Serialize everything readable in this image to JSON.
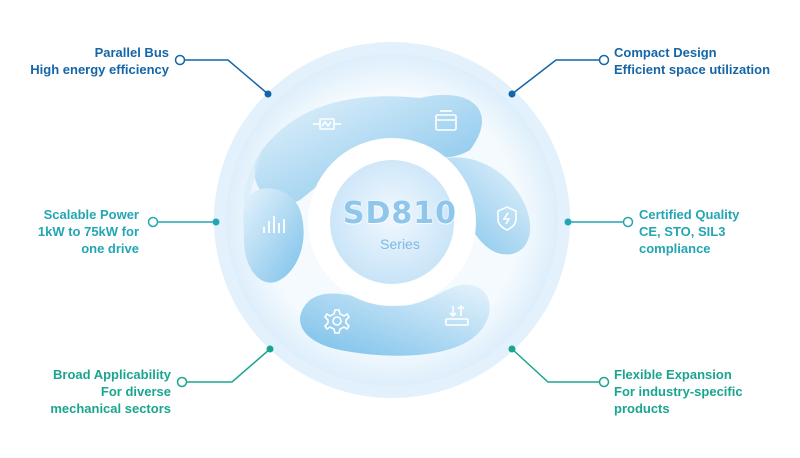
{
  "center": {
    "title": "SD810",
    "subtitle": "Series"
  },
  "features": [
    {
      "id": "parallel-bus",
      "title": "Parallel Bus",
      "subtitle": "High energy efficiency",
      "side": "left",
      "color": "#1466a8"
    },
    {
      "id": "scalable-power",
      "title": "Scalable Power",
      "subtitle": "1kW to 75kW for one drive",
      "side": "left",
      "color": "#23a6b3"
    },
    {
      "id": "broad-applicability",
      "title": "Broad Applicability",
      "subtitle": "For diverse mechanical sectors",
      "side": "left",
      "color": "#1ba58f"
    },
    {
      "id": "compact-design",
      "title": "Compact Design",
      "subtitle": "Efficient space utilization",
      "side": "right",
      "color": "#1466a8"
    },
    {
      "id": "certified-quality",
      "title": "Certified Quality",
      "subtitle": "CE, STO, SIL3 compliance",
      "side": "right",
      "color": "#23a6b3"
    },
    {
      "id": "flexible-expansion",
      "title": "Flexible Expansion",
      "subtitle": "For industry-specific products",
      "side": "right",
      "color": "#1ba58f"
    }
  ],
  "icons": [
    "resistor-icon",
    "module-icon",
    "shield-bolt-icon",
    "io-transfer-icon",
    "gear-icon",
    "power-bars-icon"
  ],
  "colors": {
    "ring_outer": "#e2f1fc",
    "blob_light": "#d7ecfa",
    "blob_dark": "#74bde8",
    "line_blue": "#1466a8",
    "line_teal": "#1ba58f"
  }
}
